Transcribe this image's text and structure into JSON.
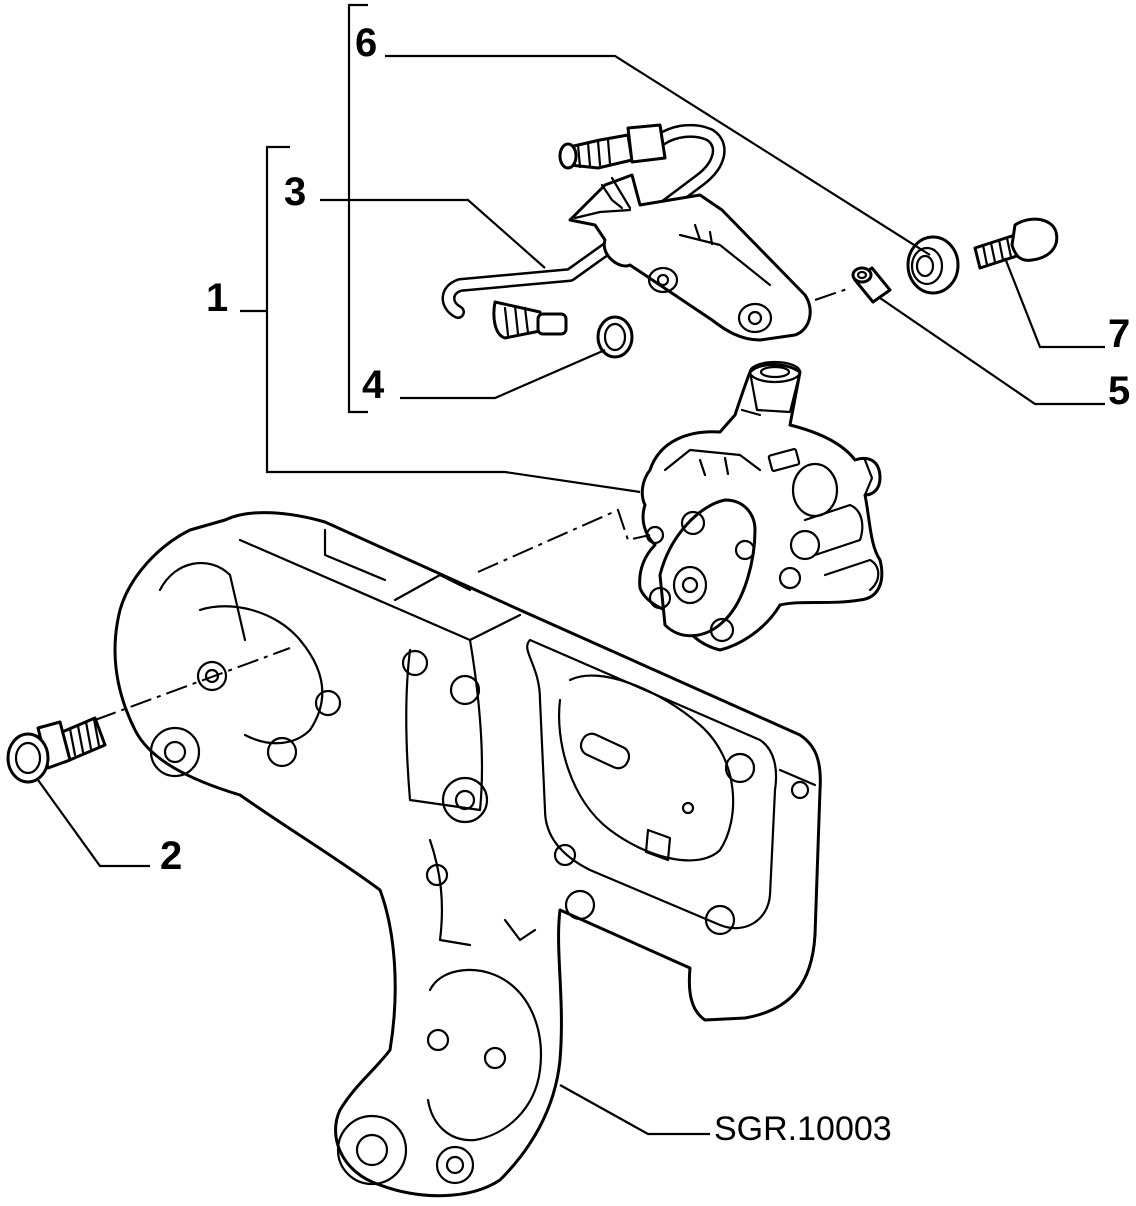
{
  "callouts": {
    "c1": "1",
    "c2": "2",
    "c3": "3",
    "c4": "4",
    "c5": "5",
    "c6": "6",
    "c7": "7"
  },
  "reference_code": "SGR.10003"
}
